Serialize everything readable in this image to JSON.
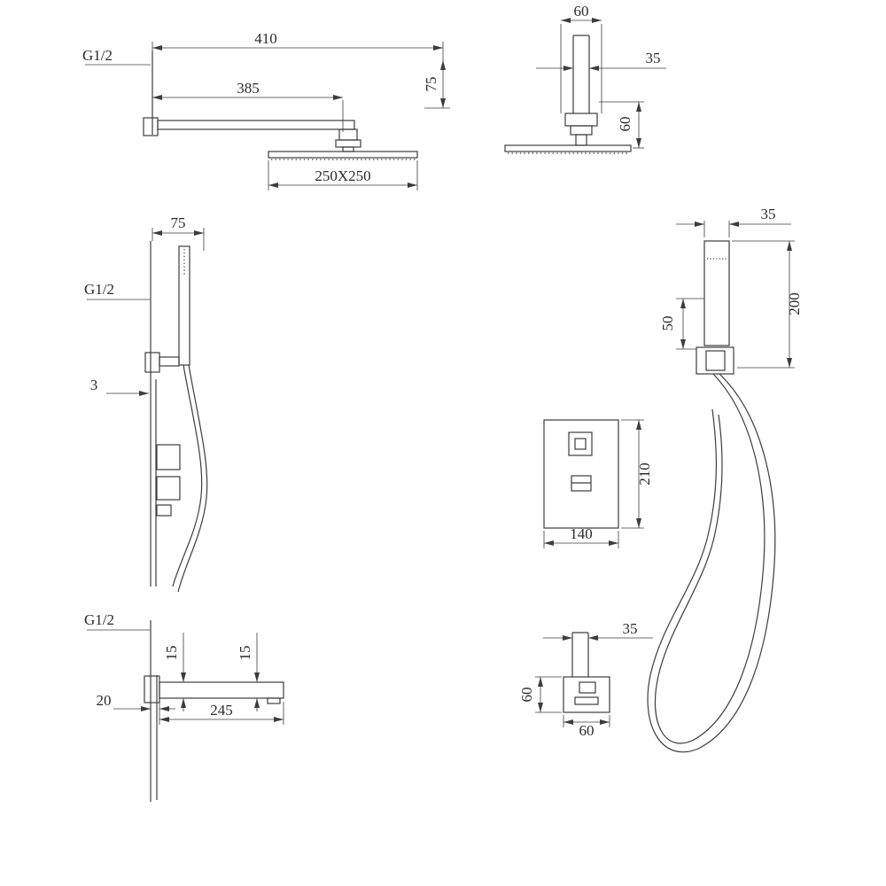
{
  "colors": {
    "line": "#3c3c3c",
    "text": "#2b2b2b",
    "background": "#ffffff"
  },
  "drawing": {
    "views": {
      "rain_shower_side": {
        "thread_label": "G1/2",
        "dim_total_reach": "410",
        "dim_arm_reach": "385",
        "dim_head_drop": "75",
        "dim_head_size": "250X250"
      },
      "rain_shower_front": {
        "dim_flange_width": "60",
        "dim_arm_width": "35",
        "dim_head_drop": "60"
      },
      "hand_shower_side": {
        "dim_bracket_reach": "75",
        "thread_label": "G1/2",
        "dim_plate_thickness": "3"
      },
      "hand_shower_front": {
        "dim_handset_width": "35",
        "dim_handset_length": "200",
        "dim_holder_drop": "50"
      },
      "mixer_valve_front": {
        "dim_plate_height": "210",
        "dim_plate_width": "140"
      },
      "spout_side": {
        "thread_label": "G1/2",
        "dim_height_rear": "15",
        "dim_height_front": "15",
        "dim_wall_offset": "20",
        "dim_length": "245"
      },
      "spout_front": {
        "dim_pipe_width": "35",
        "dim_body_height": "60",
        "dim_body_width": "60"
      }
    }
  }
}
